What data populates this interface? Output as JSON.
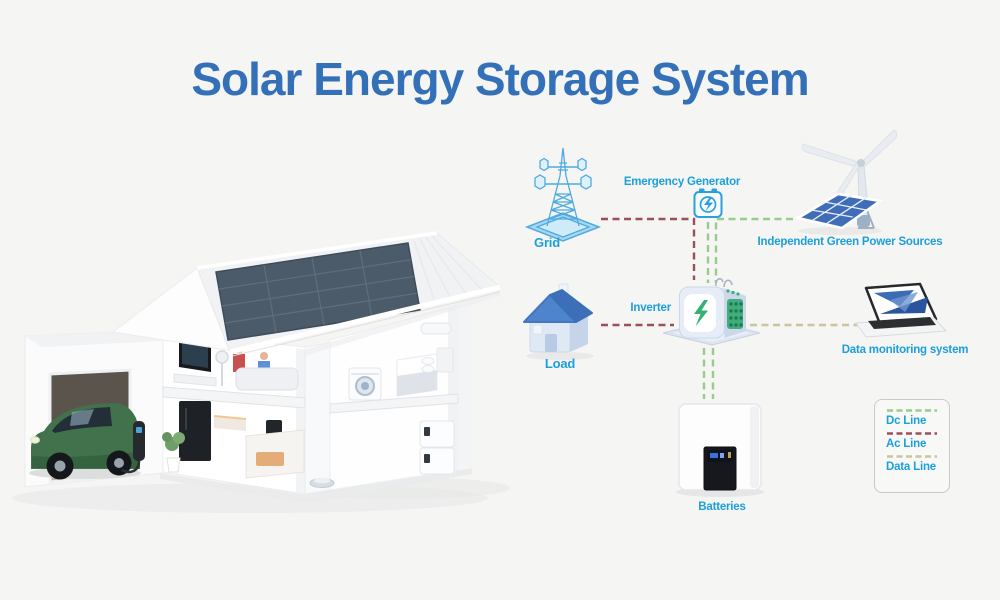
{
  "title": "Solar Energy Storage System",
  "colors": {
    "bg": "#f5f5f3",
    "title": "#3470b8",
    "label": "#1b9fdd",
    "ac_line": "#9b4f5b",
    "dc_line": "#97cc8e",
    "data_line": "#cbc49e"
  },
  "diagram": {
    "nodes": {
      "grid": {
        "label": "Grid",
        "icon": "transmission-tower-icon"
      },
      "emergency_generator": {
        "label": "Emergency Generator",
        "icon": "generator-battery-icon"
      },
      "green_sources": {
        "label": "Independent Green Power Sources",
        "icon": "wind-turbine-solar-panel-icon"
      },
      "load": {
        "label": "Load",
        "icon": "house-icon"
      },
      "inverter": {
        "label": "Inverter",
        "icon": "inverter-icon"
      },
      "data_monitoring": {
        "label": "Data monitoring system",
        "icon": "laptop-icon"
      },
      "batteries": {
        "label": "Batteries",
        "icon": "wall-battery-icon"
      }
    },
    "legend": {
      "items": [
        {
          "label": "Dc Line",
          "color": "#97cc8e"
        },
        {
          "label": "Ac Line",
          "color": "#9b4f5b"
        },
        {
          "label": "Data Line",
          "color": "#cbc49e"
        }
      ]
    }
  },
  "illustration": {
    "icon": "smart-home-cutaway-illustration"
  }
}
